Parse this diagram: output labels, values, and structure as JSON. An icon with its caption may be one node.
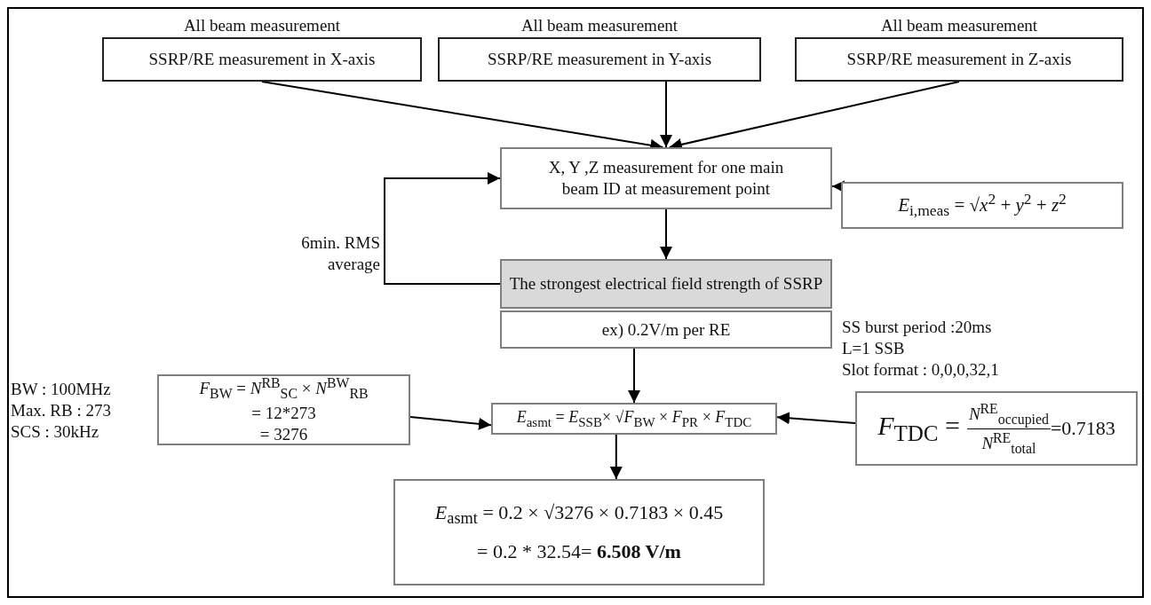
{
  "diagram": {
    "nodes": [
      {
        "text": [
          "SSRP/RE measurement in X-axis"
        ],
        "beside": [
          "All beam measurement"
        ]
      },
      {
        "text": [
          "SSRP/RE measurement in Y-axis"
        ],
        "beside": [
          "All beam measurement"
        ]
      },
      {
        "text": [
          "SSRP/RE measurement in Z-axis"
        ],
        "beside": [
          "All beam measurement"
        ]
      },
      {
        "text": [
          "X, Y ,Z measurement for one main beam ID at measurement point"
        ]
      },
      {
        "text": [
          "*E*$_{i,meas}$ = √*x*$^{2}$ + *y*$^{2}$ + *z*$^{2}$"
        ]
      },
      {
        "text": [
          "The strongest electrical field strength of SSRP"
        ]
      },
      {
        "text": [
          "ex) 0.2V/m per RE"
        ]
      },
      {
        "text": [
          "*F*$_{BW}$ = *N*$^{RB}$$_{SC}$ × *N*$^{BW}$$_{RB}$",
          "= 12*273",
          "= 3276"
        ]
      },
      {
        "text": [
          "*E*$_{asmt}$ = *E*$_{SSB}$× √*F*$_{BW}$ × *F*$_{PR}$ × *F*$_{TDC}$"
        ]
      },
      {
        "text": [
          "*F*$_{TDC}$ =",
          "*N*$^{RE}$$_{occupied}$",
          "*N*$^{RE}$$_{total}$",
          "=0.7183"
        ]
      },
      {
        "text": [
          "*E*$_{asmt}$ = 0.2 × √3276 × 0.7183 × 0.45",
          "= 0.2 * 32.54= **6.508 V/m**"
        ]
      }
    ],
    "edges": [
      {
        "from": 0,
        "to": 3,
        "arrow": "to"
      },
      {
        "from": 1,
        "to": 3,
        "arrow": "to"
      },
      {
        "from": 2,
        "to": 3,
        "arrow": "to"
      },
      {
        "from": 4,
        "to": 3,
        "arrow": "to"
      },
      {
        "from": 3,
        "to": 5,
        "arrow": "to"
      },
      {
        "from": 5,
        "to": 3,
        "arrow": "to",
        "label": "6min. RMS average"
      },
      {
        "from": 6,
        "to": 8,
        "arrow": "to"
      },
      {
        "from": 7,
        "to": 8,
        "arrow": "to"
      },
      {
        "from": 9,
        "to": 8,
        "arrow": "to"
      },
      {
        "from": 8,
        "to": 10,
        "arrow": "to"
      }
    ],
    "labels": [
      "BW : 100MHz",
      "Max. RB : 273",
      "SCS : 30kHz",
      "SS burst period :20ms",
      "L=1 SSB",
      "Slot format : 0,0,0,32,1"
    ]
  }
}
